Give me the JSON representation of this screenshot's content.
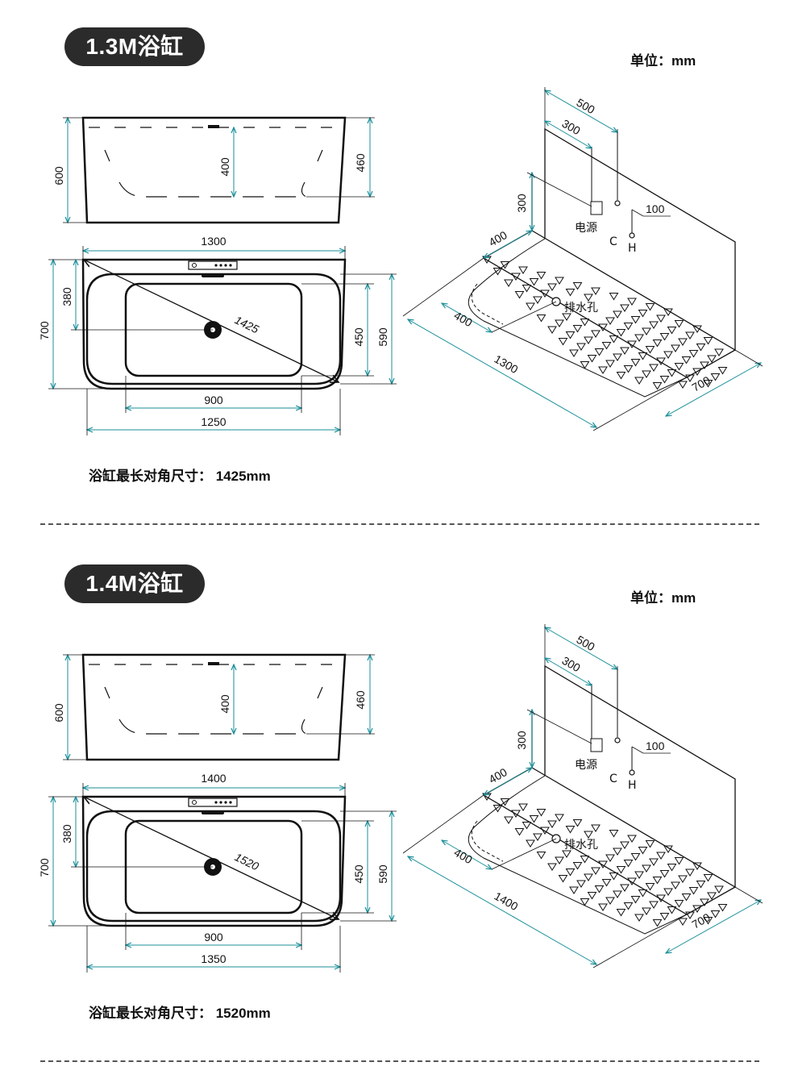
{
  "sections": [
    {
      "title": "1.3M浴缸",
      "unit_label": "单位：mm",
      "diagonal_note": "浴缸最长对角尺寸： 1425mm",
      "front": {
        "height": "600",
        "water_depth": "400",
        "inner_height": "460"
      },
      "top": {
        "length": "1300",
        "width": "700",
        "drain_offset": "380",
        "diagonal": "1425",
        "basin_depth": "450",
        "outer_depth": "590",
        "basin_length": "900",
        "base_length": "1250"
      },
      "floor": {
        "width_500": "500",
        "width_300": "300",
        "height_300": "300",
        "offset_400": "400",
        "pipe_100": "100",
        "power_label": "电源",
        "cold_label": "C",
        "hot_label": "H",
        "drain_label": "排水孔",
        "drain_400": "400",
        "length": "1300",
        "depth": "700"
      }
    },
    {
      "title": "1.4M浴缸",
      "unit_label": "单位：mm",
      "diagonal_note": "浴缸最长对角尺寸： 1520mm",
      "front": {
        "height": "600",
        "water_depth": "400",
        "inner_height": "460"
      },
      "top": {
        "length": "1400",
        "width": "700",
        "drain_offset": "380",
        "diagonal": "1520",
        "basin_depth": "450",
        "outer_depth": "590",
        "basin_length": "900",
        "base_length": "1350"
      },
      "floor": {
        "width_500": "500",
        "width_300": "300",
        "height_300": "300",
        "offset_400": "400",
        "pipe_100": "100",
        "power_label": "电源",
        "cold_label": "C",
        "hot_label": "H",
        "drain_label": "排水孔",
        "drain_400": "400",
        "length": "1400",
        "depth": "700"
      }
    }
  ]
}
